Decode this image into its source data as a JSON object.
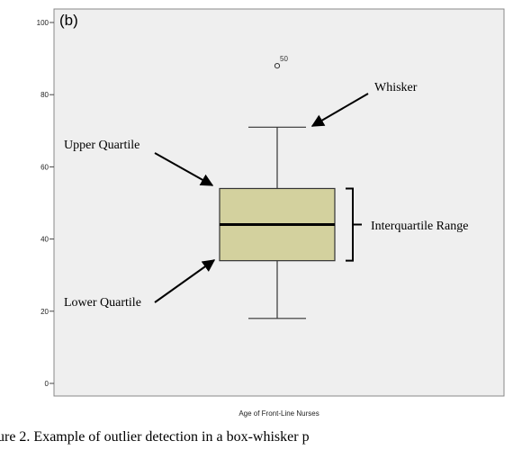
{
  "chart_data": {
    "type": "box",
    "panel_label": "(b)",
    "xlabel": "Age of Front-Line Nurses",
    "ylabel": "",
    "ylim": [
      0,
      100
    ],
    "yticks": [
      0,
      20,
      40,
      60,
      80,
      100
    ],
    "grid": false,
    "box": {
      "min": 18,
      "q1": 34,
      "median": 44,
      "q3": 54,
      "max": 71
    },
    "outliers": [
      {
        "value": 88,
        "label": "50"
      }
    ],
    "annotations": {
      "whisker": "Whisker",
      "upper_quartile": "Upper Quartile",
      "lower_quartile": "Lower Quartile",
      "iqr": "Interquartile Range"
    },
    "colors": {
      "plot_background": "#efefef",
      "box_fill": "#d3d19e",
      "box_stroke": "#333333"
    }
  },
  "caption": "ure 2. Example of outlier detection in a box-whisker p"
}
